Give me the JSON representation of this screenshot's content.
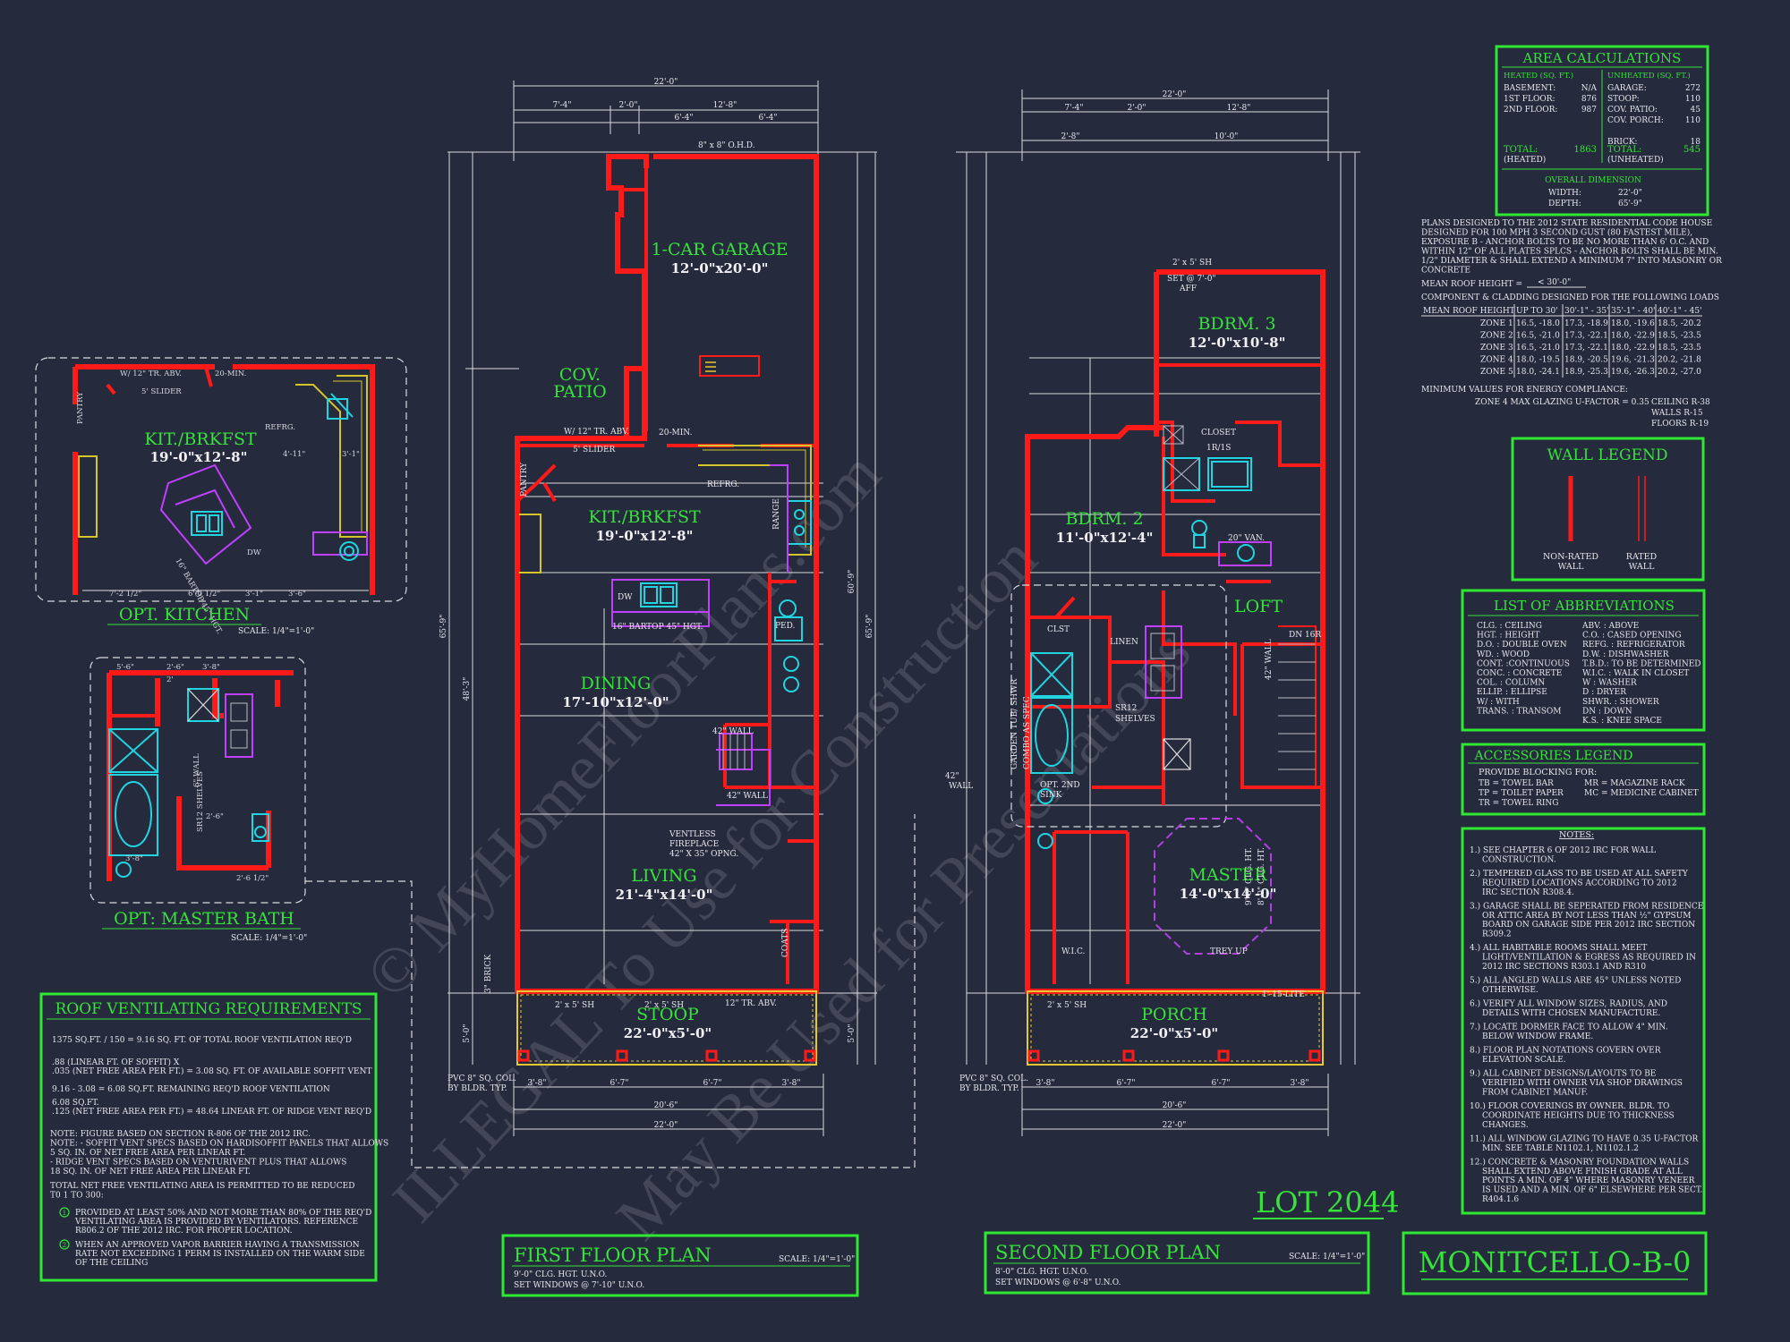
{
  "area_calculations": {
    "title": "AREA CALCULATIONS",
    "heated_header": "HEATED (SQ. FT.)",
    "unheated_header": "UNHEATED (SQ. FT.)",
    "heated": [
      {
        "label": "BASEMENT:",
        "value": "N/A"
      },
      {
        "label": "1ST FLOOR:",
        "value": "876"
      },
      {
        "label": "2ND FLOOR:",
        "value": "987"
      }
    ],
    "unheated": [
      {
        "label": "GARAGE:",
        "value": "272"
      },
      {
        "label": "STOOP:",
        "value": "110"
      },
      {
        "label": "COV. PATIO:",
        "value": "45"
      },
      {
        "label": "COV. PORCH:",
        "value": "110"
      },
      {
        "label": "BRICK:",
        "value": "18"
      }
    ],
    "total_heated_label": "TOTAL:",
    "total_heated_value": "1863",
    "total_heated_sub": "(HEATED)",
    "total_unheated_label": "TOTAL:",
    "total_unheated_value": "545",
    "total_unheated_sub": "(UNHEATED)",
    "overall_title": "OVERALL DIMENSION",
    "width_label": "WIDTH:",
    "width_value": "22'-0\"",
    "depth_label": "DEPTH:",
    "depth_value": "65'-9\""
  },
  "design_notes": [
    "PLANS DESIGNED TO THE 2012 STATE RESIDENTIAL CODE HOUSE",
    "DESIGNED FOR 100 MPH 3 SECOND GUST (80 FASTEST MILE),",
    "EXPOSURE B - ANCHOR BOLTS TO BE NO MORE THAN 6' O.C. AND",
    "WITHIN 12\" OF ALL PLATES SPLCS - ANCHOR BOLTS SHALL BE MIN.",
    "1/2\" DIAMETER & SHALL EXTEND A MINIMUM 7\" INTO MASONRY OR",
    "CONCRETE"
  ],
  "mean_roof_height_label": "MEAN ROOF HEIGHT =",
  "mean_roof_height_value": "< 30'-0\"",
  "cladding_title": "COMPONENT & CLADDING DESIGNED FOR THE FOLLOWING LOADS",
  "cladding_headers": [
    "MEAN ROOF HEIGHT",
    "UP TO 30'",
    "30'-1\" - 35'",
    "35'-1\" - 40'",
    "40'-1\" - 45'"
  ],
  "cladding_rows": [
    [
      "ZONE 1",
      "16.5, -18.0",
      "17.3, -18.9",
      "18.0, -19.6",
      "18.5, -20.2"
    ],
    [
      "ZONE 2",
      "16.5, -21.0",
      "17.3, -22.1",
      "18.0, -22.9",
      "18.5, -23.5"
    ],
    [
      "ZONE 3",
      "16.5, -21.0",
      "17.3, -22.1",
      "18.0, -22.9",
      "18.5, -23.5"
    ],
    [
      "ZONE 4",
      "18.0, -19.5",
      "18.9, -20.5",
      "19.6, -21.3",
      "20.2, -21.8"
    ],
    [
      "ZONE 5",
      "18.0, -24.1",
      "18.9, -25.3",
      "19.6, -26.3",
      "20.2, -27.0"
    ]
  ],
  "energy_title": "MINIMUM VALUES FOR ENERGY COMPLIANCE:",
  "energy_line": "ZONE 4   MAX GLAZING U-FACTOR = 0.35",
  "energy_r": [
    "CEILING R-38",
    "WALLS R-15",
    "FLOORS R-19"
  ],
  "wall_legend": {
    "title": "WALL LEGEND",
    "non_rated": "NON-RATED",
    "rated": "RATED",
    "wall": "WALL"
  },
  "abbreviations": {
    "title": "LIST OF ABBREVIATIONS",
    "left": [
      "CLG. : CEILING",
      "HGT. : HEIGHT",
      "D.O. : DOUBLE OVEN",
      "WD. : WOOD",
      "CONT. :CONTINUOUS",
      "CONC. : CONCRETE",
      "COL. : COLUMN",
      "ELLIP. : ELLIPSE",
      "W/ : WITH",
      "TRANS. : TRANSOM"
    ],
    "right": [
      "ABV. : ABOVE",
      "C.O. : CASED OPENING",
      "REFG. : REFRIGERATOR",
      "D.W. : DISHWASHER",
      "T.B.D.: TO BE DETERMINED",
      "W.I.C. : WALK IN CLOSET",
      "W : WASHER",
      "D : DRYER",
      "SHWR. : SHOWER",
      "DN : DOWN",
      "K.S. : KNEE SPACE"
    ]
  },
  "accessories": {
    "title": "ACCESSORIES LEGEND",
    "lead": "PROVIDE BLOCKING FOR:",
    "left": [
      "TB = TOWEL BAR",
      "TP = TOILET PAPER",
      "TR = TOWEL RING"
    ],
    "right": [
      "MR = MAGAZINE RACK",
      "MC = MEDICINE CABINET"
    ]
  },
  "notes": {
    "title": "NOTES:",
    "items": [
      [
        "1.) SEE CHAPTER 6 OF 2012 IRC FOR WALL",
        "CONSTRUCTION."
      ],
      [
        "2.) TEMPERED GLASS TO BE USED AT ALL SAFETY",
        "REQUIRED LOCATIONS ACCORDING TO 2012",
        "IRC SECTION R308.4."
      ],
      [
        "3.) GARAGE SHALL BE SEPERATED FROM RESIDENCE",
        "OR ATTIC AREA BY NOT LESS THAN ½\" GYPSUM",
        "BOARD ON GARAGE SIDE PER 2012 IRC SECTION",
        "R309.2"
      ],
      [
        "4.) ALL HABITABLE ROOMS SHALL MEET",
        "LIGHT/VENTILATION & EGRESS AS REQUIRED IN",
        "2012 IRC SECTIONS R303.1 AND R310"
      ],
      [
        "5.) ALL ANGLED WALLS ARE 45° UNLESS NOTED",
        "OTHERWISE."
      ],
      [
        "6.) VERIFY ALL WINDOW SIZES, RADIUS, AND",
        "DETAILS WITH CHOSEN MANUFACTURE."
      ],
      [
        "7.) LOCATE DORMER FACE TO ALLOW 4\" MIN.",
        "BELOW WINDOW FRAME."
      ],
      [
        "8.) FLOOR PLAN NOTATIONS GOVERN OVER",
        "ELEVATION SCALE."
      ],
      [
        "9.) ALL CABINET DESIGNS/LAYOUTS TO BE",
        "VERIFIED WITH OWNER VIA SHOP DRAWINGS",
        "FROM CABINET MANUF."
      ],
      [
        "10.) FLOOR COVERINGS BY OWNER. BLDR. TO",
        "COORDINATE HEIGHTS DUE TO THICKNESS",
        "CHANGES."
      ],
      [
        "11.) ALL WINDOW GLAZING TO HAVE 0.35 U-FACTOR",
        "MIN. SEE TABLE N1102.1, N1102.1.2"
      ],
      [
        "12.) CONCRETE & MASONRY FOUNDATION WALLS",
        "SHALL EXTEND ABOVE FINISH GRADE AT ALL",
        "POINTS A MIN. OF 4\" WHERE MASONRY VENEER",
        "IS USED AND A MIN. OF 6\" ELSEWHERE PER SECT.",
        "R404.1.6"
      ]
    ]
  },
  "roof_vent": {
    "title": "ROOF VENTILATING REQUIREMENTS",
    "lines": [
      "1375 SQ.FT. / 150  =  9.16  SQ. FT. OF TOTAL ROOF VENTILATION REQ'D",
      ".88 (LINEAR FT. OF SOFFIT) X",
      ".035 (NET FREE AREA PER FT.) =  3.08  SQ. FT. OF AVAILABLE SOFFIT VENT",
      "9.16 - 3.08  =  6.08  SQ.FT. REMAINING REQ'D ROOF VENTILATION",
      "6.08 SQ.FT.",
      ".125 (NET FREE AREA PER FT.) =  48.64  LINEAR FT. OF RIDGE VENT REQ'D"
    ],
    "note_lines": [
      "NOTE: FIGURE BASED ON SECTION R-806 OF THE 2012 IRC.",
      "NOTE: - SOFFIT VENT SPECS BASED ON HARDISOFFIT PANELS THAT ALLOWS",
      "5 SQ. IN. OF NET FREE AREA PER LINEAR FT.",
      "- RIDGE VENT SPECS BASED ON VENTURIVENT PLUS THAT ALLOWS",
      "18 SQ. IN. OF NET FREE AREA PER LINEAR FT."
    ],
    "total_lines": [
      "TOTAL NET FREE VENTILATING AREA IS PERMITTED TO BE REDUCED",
      "T0 1 TO 300:"
    ],
    "cond1": [
      "PROVIDED AT LEAST 50% AND NOT MORE THAN 80% OF THE REQ'D",
      "VENTILATING AREA IS PROVIDED BY VENTILATORS. REFERENCE",
      "R806.2  OF THE 2012 IRC. FOR PROPER LOCATION."
    ],
    "cond2": [
      "WHEN AN APPROVED VAPOR BARRIER HAVING A TRANSMISSION",
      "RATE NOT EXCEEDING 1 PERM IS INSTALLED ON THE WARM SIDE",
      "OF THE CEILING"
    ]
  },
  "opt_kitchen": {
    "title": "OPT. KITCHEN",
    "scale": "SCALE: 1/4\"=1'-0\"",
    "room": "KIT./BRKFST",
    "dim": "19'-0\"x12'-8\""
  },
  "opt_master_bath": {
    "title": "OPT: MASTER BATH",
    "scale": "SCALE: 1/4\"=1'-0\""
  },
  "first_floor": {
    "title": "FIRST FLOOR PLAN",
    "scale": "SCALE: 1/4\"=1'-0\"",
    "sub1": "9'-0\" CLG. HGT. U.N.O.",
    "sub2": "SET WINDOWS @ 7'-10\" U.N.O.",
    "rooms": [
      {
        "name": "1-CAR GARAGE",
        "dim": "12'-0\"x20'-0\""
      },
      {
        "name": "COV.",
        "dim": ""
      },
      {
        "name": "PATIO",
        "dim": ""
      },
      {
        "name": "KIT./BRKFST",
        "dim": "19'-0\"x12'-8\""
      },
      {
        "name": "DINING",
        "dim": "17'-10\"x12'-0\""
      },
      {
        "name": "LIVING",
        "dim": "21'-4\"x14'-0\""
      },
      {
        "name": "STOOP",
        "dim": "22'-0\"x5'-0\""
      }
    ],
    "labels": [
      "8\" x 8\" O.H.D.",
      "W/ 12\" TR. ABV.",
      "5' SLIDER",
      "20-MIN.",
      "REFRG.",
      "RANGE",
      "16\" BARTOP 45\" HGT.",
      "DW",
      "VENTLESS",
      "FIREPLACE",
      "42\" X 35\" OPNG.",
      "42\" WALL",
      "42\" WALL",
      "PVC 8\" SQ. COL.",
      "BY BLDR. TYP.",
      "2' x 5' SH",
      "2' x 5' SH",
      "12\" TR. ABV.",
      "COATS",
      "3\" BRICK",
      "PANTRY",
      "PED."
    ],
    "dims_top": [
      "22'-0\"",
      "7'-4\"",
      "2'-0\"",
      "12'-8\"",
      "6'-4\"",
      "6'-4\""
    ],
    "dims_bottom": [
      "3'-8\"",
      "6'-7\"",
      "6'-7\"",
      "3'-8\"",
      "20'-6\"",
      "22'-0\""
    ],
    "dims_side": [
      "65'-9\"",
      "60'-9\"",
      "65'-9\"",
      "48'-3\"",
      "5'-0\"",
      "5'-0\""
    ]
  },
  "second_floor": {
    "title": "SECOND FLOOR PLAN",
    "scale": "SCALE: 1/4\"=1'-0\"",
    "sub1": "8'-0\" CLG. HGT. U.N.O.",
    "sub2": "SET WINDOWS @ 6'-8\" U.N.O.",
    "rooms": [
      {
        "name": "BDRM. 3",
        "dim": "12'-0\"x10'-8\""
      },
      {
        "name": "BDRM. 2",
        "dim": "11'-0\"x12'-4\""
      },
      {
        "name": "LOFT",
        "dim": ""
      },
      {
        "name": "MASTER",
        "dim": "14'-0\"x14'-0\""
      },
      {
        "name": "PORCH",
        "dim": "22'-0\"x5'-0\""
      }
    ],
    "labels": [
      "2' x 5' SH",
      "SET @ 7'-0\"",
      "AFF",
      "CLOSET",
      "1R/1S",
      "20\" VAN.",
      "DN 16R",
      "42\" WALL",
      "CLST",
      "LINEN",
      "SR12",
      "SHELVES",
      "OPT. 2ND",
      "SINK",
      "W.I.C.",
      "TREY UP",
      "2' x 5' SH",
      "1'-15-LITE",
      "PVC 8\" SQ. COL.",
      "BY BLDR. TYP.",
      "GARDEN TUB/ SHWR",
      "COMBO AS SPEC",
      "42\"",
      "WALL",
      "9'-0\" CLG. HT.",
      "8'-0\" CLG. HT."
    ],
    "dims_top": [
      "22'-0\"",
      "7'-4\"",
      "2'-0\"",
      "12'-8\"",
      "2'-8\"",
      "10'-0\""
    ],
    "dims_bottom": [
      "3'-8\"",
      "6'-7\"",
      "6'-7\"",
      "3'-8\"",
      "20'-6\"",
      "22'-0\""
    ]
  },
  "lot": "LOT 2044",
  "plan_name": "MONITCELLO-B-0",
  "watermark": [
    "© MyHomeFloorPlans.com",
    "ILLEGAL To Use for Construction",
    "May Be Used for Presentations"
  ],
  "colors": {
    "background": "#262a3d",
    "green": "#35e33a",
    "red_wall": "#ff1a1a",
    "cyan": "#20d4e0",
    "magenta": "#c040ff"
  }
}
